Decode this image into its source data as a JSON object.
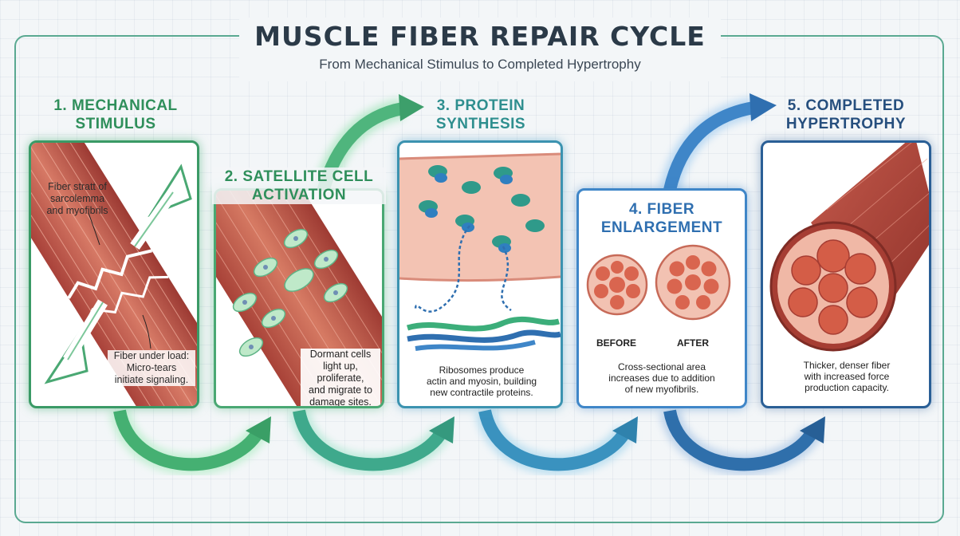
{
  "header": {
    "title": "MUSCLE FIBER REPAIR CYCLE",
    "subtitle": "From Mechanical Stimulus to Completed Hypertrophy"
  },
  "colors": {
    "green": "#2f8f5b",
    "teal": "#2f8f8f",
    "blue": "#2f6fb0",
    "navy": "#264f7e",
    "muscle": "#c2574a",
    "frame": "#5aa991"
  },
  "stages": [
    {
      "heading_line1": "1. MECHANICAL",
      "heading_line2": "STIMULUS",
      "note_top": [
        "Fiber stratt of",
        "sarcolemma",
        "and myofibrils"
      ],
      "note_bottom": [
        "Fiber under load:",
        "Micro-tears",
        "initiate signaling."
      ]
    },
    {
      "heading_line1": "2. SATELLITE CELL",
      "heading_line2": "ACTIVATION",
      "caption": [
        "Dormant cells",
        "light up, proliferate,",
        "and migrate to",
        "damage sites."
      ]
    },
    {
      "heading_line1": "3. PROTEIN",
      "heading_line2": "SYNTHESIS",
      "caption": [
        "Ribosomes produce",
        "actin and myosin, building",
        "new contractile proteins."
      ]
    },
    {
      "heading_line1": "4. FIBER",
      "heading_line2": "ENLARGEMENT",
      "before_label": "BEFORE",
      "after_label": "AFTER",
      "caption": [
        "Cross-sectional area",
        "increases due to addition",
        "of new myofibrils."
      ]
    },
    {
      "heading_line1": "5. COMPLETED",
      "heading_line2": "HYPERTROPHY",
      "caption": [
        "Thicker, denser fiber",
        "with increased force",
        "production capacity."
      ]
    }
  ]
}
